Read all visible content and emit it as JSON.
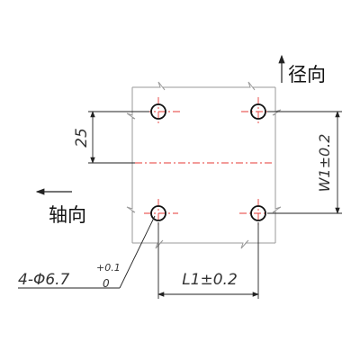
{
  "drawing": {
    "radial_label": "径向",
    "axial_label": "轴向",
    "hole_callout_prefix": "4-Φ6.7",
    "tol_upper": "+0.1",
    "tol_lower": "0",
    "dim_vertical_left": "25",
    "dim_vertical_right": "W1±0.2",
    "dim_horizontal": "L1±0.2",
    "colors": {
      "outline": "#999999",
      "dimension": "#222222",
      "centerline": "#e53935",
      "text": "#333333"
    }
  }
}
